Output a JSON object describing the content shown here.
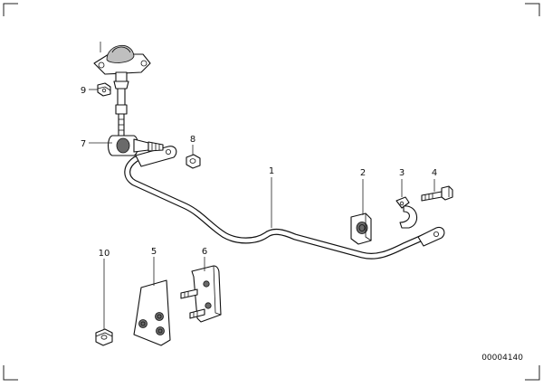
{
  "diagram": {
    "callouts": [
      "1",
      "2",
      "3",
      "4",
      "5",
      "6",
      "7",
      "8",
      "9",
      "10"
    ],
    "reference_code": "00004140"
  }
}
